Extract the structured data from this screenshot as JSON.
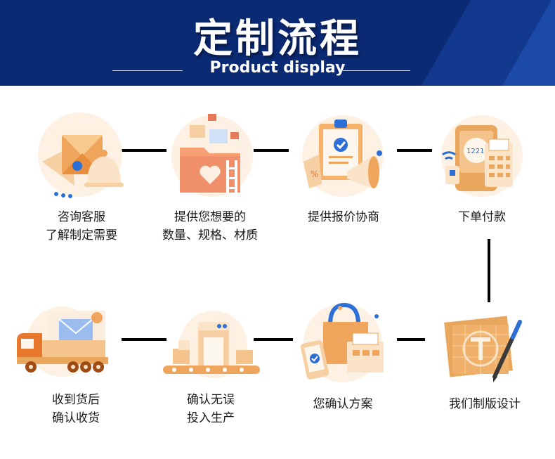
{
  "header": {
    "title": "定制流程",
    "subtitle": "Product display"
  },
  "colors": {
    "banner": "#0b2a74",
    "icon_orange": "#f0a55c",
    "icon_light": "#fbe3c7",
    "icon_blue": "#2d6fd6",
    "connector": "#000000"
  },
  "steps": [
    {
      "line1": "咨询客服",
      "line2": "了解制定需要",
      "icon": "envelope-bell-icon"
    },
    {
      "line1": "提供您想要的",
      "line2": "数量、规格、材质",
      "icon": "folder-heart-icon"
    },
    {
      "line1": "提供报价协商",
      "line2": "",
      "icon": "clipboard-megaphone-icon"
    },
    {
      "line1": "下单付款",
      "line2": "",
      "icon": "payment-terminal-icon"
    },
    {
      "line1": "收到货后",
      "line2": "确认收货",
      "icon": "delivery-truck-icon"
    },
    {
      "line1": "确认无误",
      "line2": "投入生产",
      "icon": "production-line-icon"
    },
    {
      "line1": "您确认方案",
      "line2": "",
      "icon": "shopping-bag-phone-icon"
    },
    {
      "line1": "我们制版设计",
      "line2": "",
      "icon": "drafting-pen-icon"
    }
  ]
}
